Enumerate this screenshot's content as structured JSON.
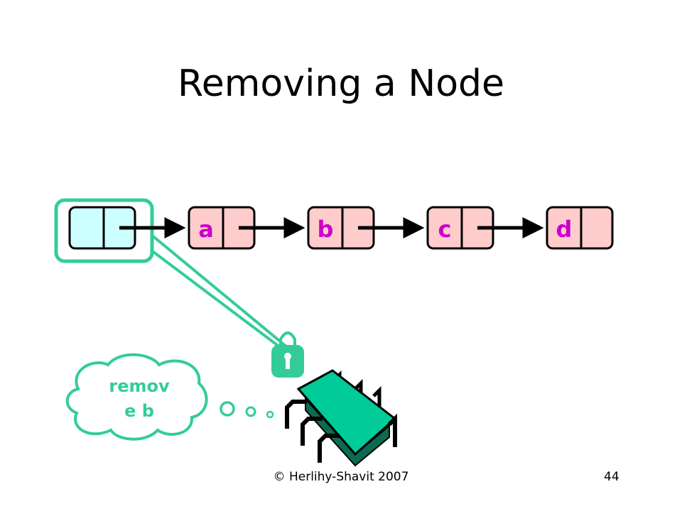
{
  "slide": {
    "title": "Removing a Node",
    "footer_copyright": "© Herlihy-Shavit 2007",
    "page_number": "44"
  },
  "list": {
    "nodes": [
      {
        "label": ""
      },
      {
        "label": "a"
      },
      {
        "label": "b"
      },
      {
        "label": "c"
      },
      {
        "label": "d"
      }
    ]
  },
  "thought": {
    "line1": "remov",
    "line2": "e b"
  },
  "colors": {
    "sentinel_fill": "#ccffff",
    "node_fill": "#ffcccc",
    "letter_color": "#cc00cc",
    "highlight": "#33cc99",
    "thought_text": "#33cc99",
    "robot_body": "#00cc99"
  },
  "icons": {
    "lock": "padlock-icon",
    "thread": "robot-chip-icon",
    "thought": "thought-cloud-icon"
  }
}
